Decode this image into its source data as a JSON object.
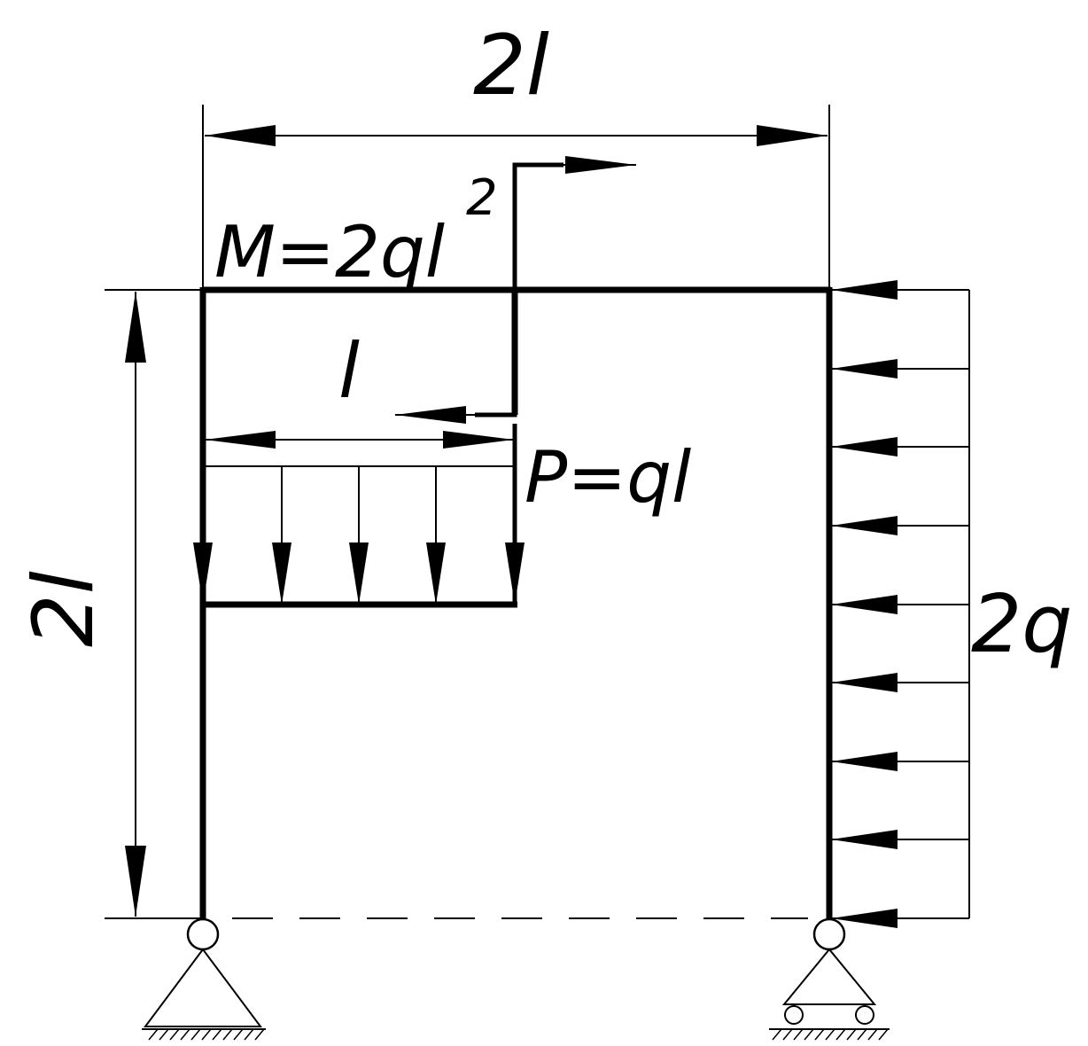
{
  "labels": {
    "top_dimension": "2l",
    "left_dimension": "2l",
    "inner_dimension": "l",
    "moment_main": "M=2ql",
    "moment_exp": "2",
    "force": "P=ql",
    "side_load": "2q"
  },
  "colors": {
    "line": "#000000",
    "background": "#ffffff"
  },
  "icons": {
    "left_support": "pin-support-icon",
    "right_support": "roller-support-icon"
  }
}
